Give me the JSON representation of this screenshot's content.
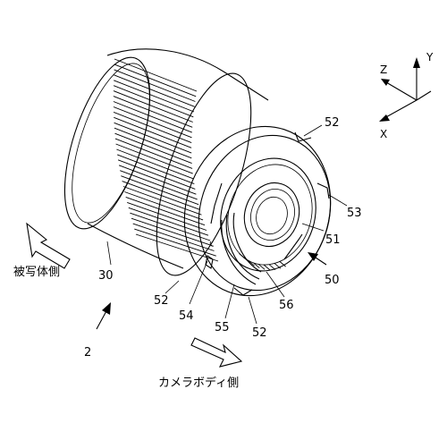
{
  "labels": {
    "object_side": "被写体側",
    "camera_body_side": "カメラボディ側",
    "ref_2": "2",
    "ref_30": "30",
    "ref_50": "50",
    "ref_51": "51",
    "ref_52_top": "52",
    "ref_52_left": "52",
    "ref_52_bottom": "52",
    "ref_53": "53",
    "ref_54": "54",
    "ref_55": "55",
    "ref_56": "56"
  },
  "axes": {
    "x": "X",
    "y": "Y",
    "z": "Z"
  }
}
